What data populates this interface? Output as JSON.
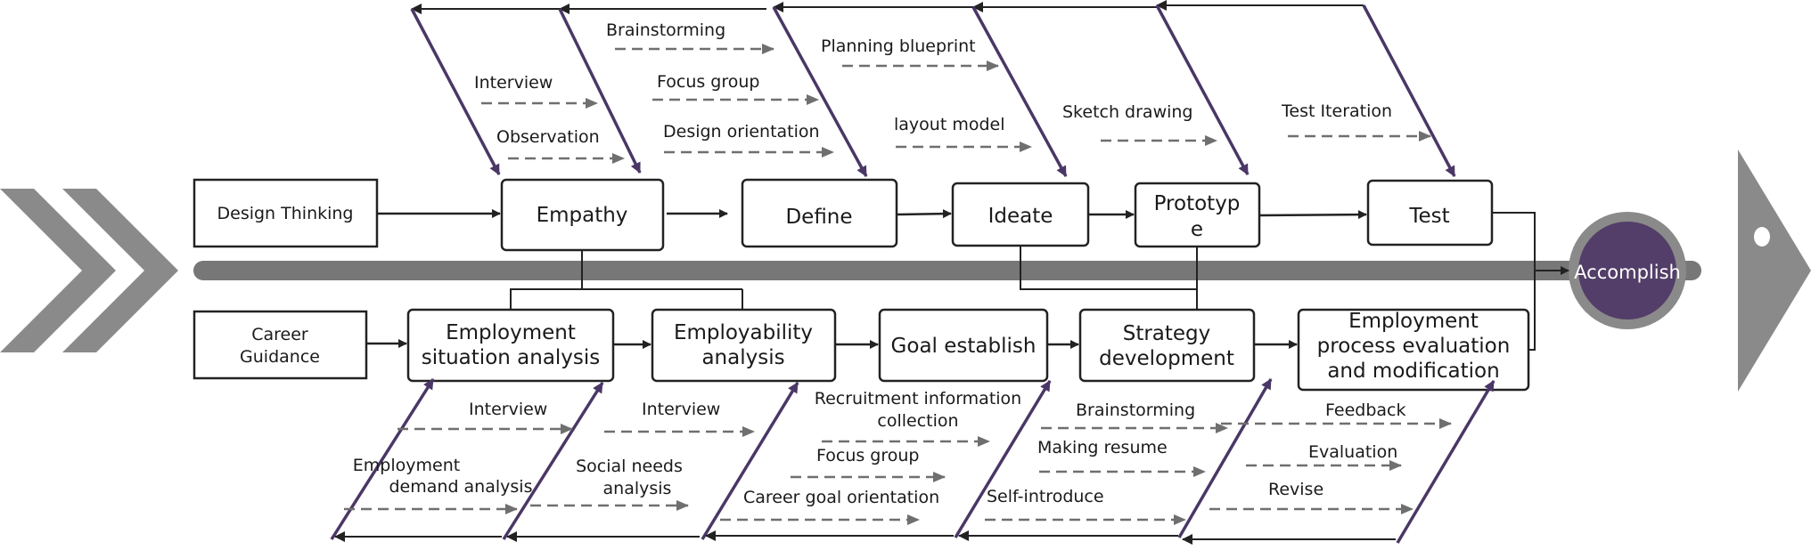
{
  "design_thinking": {
    "label": "Design Thinking",
    "stages": {
      "empathy": "Empathy",
      "define": "Define",
      "ideate": "Ideate",
      "prototype_line1": "Prototyp",
      "prototype_line2": "e",
      "test": "Test"
    },
    "notes": {
      "interview": "Interview",
      "observation": "Observation",
      "brainstorming": "Brainstorming",
      "focus_group": "Focus group",
      "design_orientation": "Design orientation",
      "planning_blueprint": "Planning blueprint",
      "layout_model": "layout model",
      "sketch_drawing": "Sketch drawing",
      "test_iteration": "Test Iteration"
    }
  },
  "career_guidance": {
    "label_line1": "Career",
    "label_line2": "Guidance",
    "stages": {
      "employment_situation_line1": "Employment",
      "employment_situation_line2": "situation analysis",
      "employability_line1": "Employability",
      "employability_line2": "analysis",
      "goal_establish": "Goal establish",
      "strategy_line1": "Strategy",
      "strategy_line2": "development",
      "evaluation_line1": "Employment",
      "evaluation_line2": "process evaluation",
      "evaluation_line3": "and modification"
    },
    "notes": {
      "interview_1": "Interview",
      "employment_demand_line1": "Employment",
      "employment_demand_line2": "demand analysis",
      "interview_2": "Interview",
      "social_needs_line1": "Social needs",
      "social_needs_line2": "analysis",
      "recruitment_line1": "Recruitment information",
      "recruitment_line2": "collection",
      "focus_group": "Focus group",
      "career_goal_orientation": "Career goal orientation",
      "brainstorming": "Brainstorming",
      "making_resume": "Making resume",
      "self_introduce": "Self-introduce",
      "feedback": "Feedback",
      "evaluation": "Evaluation",
      "revise": "Revise"
    }
  },
  "outcome": {
    "label": "Accomplish"
  },
  "colors": {
    "bone": "#777777",
    "bone_purple": "#4a3766",
    "circle_fill": "#523e68",
    "circle_ring": "#8a8a8a",
    "dashed_arrow": "#6f6f6f",
    "box_border": "#222222"
  }
}
